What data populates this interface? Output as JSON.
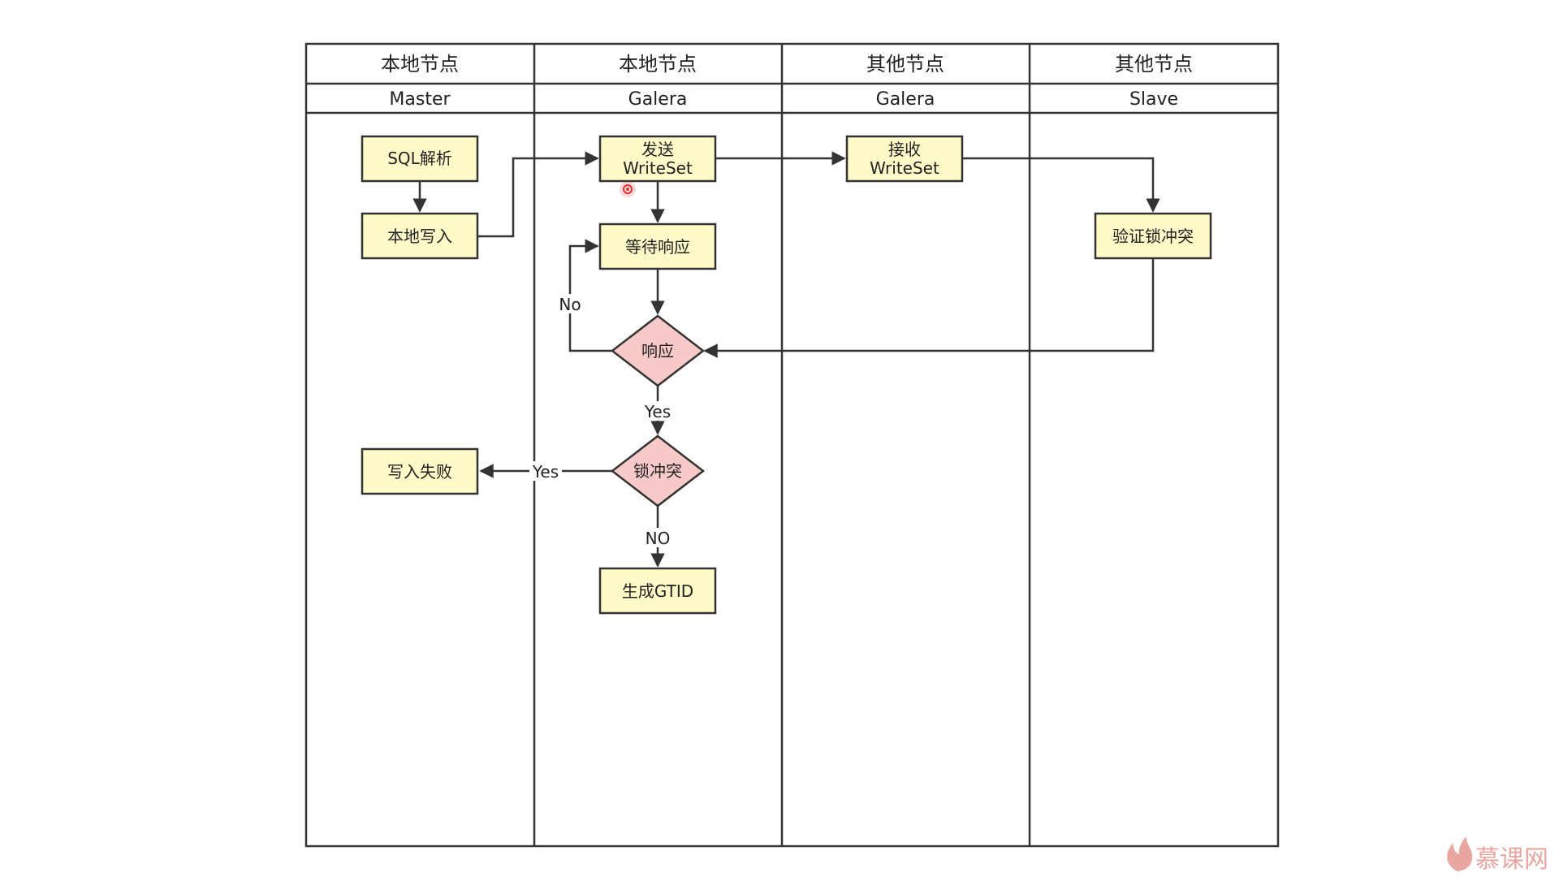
{
  "lanes": [
    {
      "title": "本地节点",
      "subtitle": "Master"
    },
    {
      "title": "本地节点",
      "subtitle": "Galera"
    },
    {
      "title": "其他节点",
      "subtitle": "Galera"
    },
    {
      "title": "其他节点",
      "subtitle": "Slave"
    }
  ],
  "nodes": {
    "sql_parse": "SQL解析",
    "local_write": "本地写入",
    "send_writeset_1": "发送",
    "send_writeset_2": "WriteSet",
    "wait_response": "等待响应",
    "response": "响应",
    "lock_conflict": "锁冲突",
    "write_fail": "写入失败",
    "gen_gtid": "生成GTID",
    "recv_writeset_1": "接收",
    "recv_writeset_2": "WriteSet",
    "verify_lock": "验证锁冲突"
  },
  "edge_labels": {
    "no_loop": "No",
    "yes_response": "Yes",
    "yes_conflict": "Yes",
    "no_conflict": "NO"
  },
  "watermark": "慕课网",
  "colors": {
    "box_fill": "#fffac8",
    "diamond_fill": "#f8c9c9",
    "stroke": "#333333",
    "watermark": "#e7a6a0",
    "cursor": "#e03030"
  }
}
